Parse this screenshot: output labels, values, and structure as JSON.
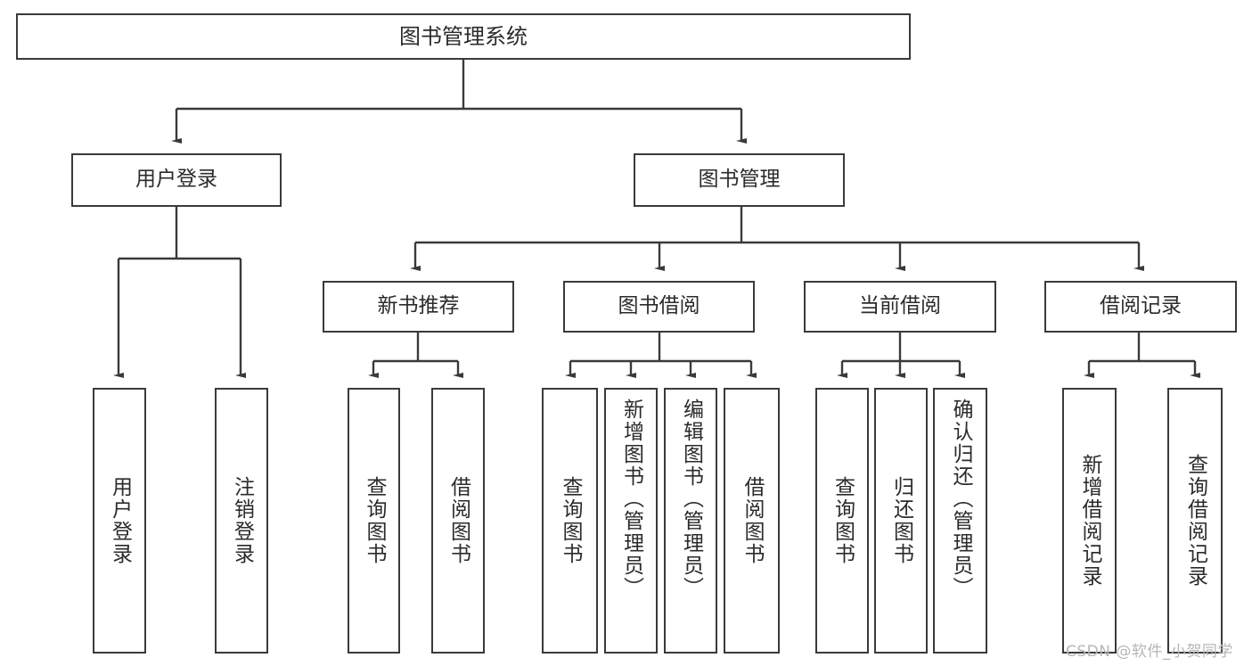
{
  "diagram": {
    "title": "图书管理系统",
    "type": "tree",
    "levels": {
      "root": {
        "label": "图书管理系统"
      },
      "level2": [
        {
          "label": "用户登录"
        },
        {
          "label": "图书管理"
        }
      ],
      "level3": [
        {
          "label": "新书推荐"
        },
        {
          "label": "图书借阅"
        },
        {
          "label": "当前借阅"
        },
        {
          "label": "借阅记录"
        }
      ],
      "leaves": {
        "user_login": [
          {
            "label": "用户登录"
          },
          {
            "label": "注销登录"
          }
        ],
        "new_book_recommend": [
          {
            "label": "查询图书"
          },
          {
            "label": "借阅图书"
          }
        ],
        "book_borrow": [
          {
            "label": "查询图书"
          },
          {
            "label": "新增图书（管理员）"
          },
          {
            "label": "编辑图书（管理员）"
          },
          {
            "label": "借阅图书"
          }
        ],
        "current_borrow": [
          {
            "label": "查询图书"
          },
          {
            "label": "归还图书"
          },
          {
            "label": "确认归还（管理员）"
          }
        ],
        "borrow_records": [
          {
            "label": "新增借阅记录"
          },
          {
            "label": "查询借阅记录"
          }
        ]
      }
    },
    "colors": {
      "box_border": "#3a3a3a",
      "box_fill": "#ffffff",
      "text": "#2b2b2b",
      "edge": "#3a3a3a",
      "watermark": "#b6b6b6"
    }
  },
  "watermark": {
    "text": "CSDN @软件_小贺同学"
  }
}
